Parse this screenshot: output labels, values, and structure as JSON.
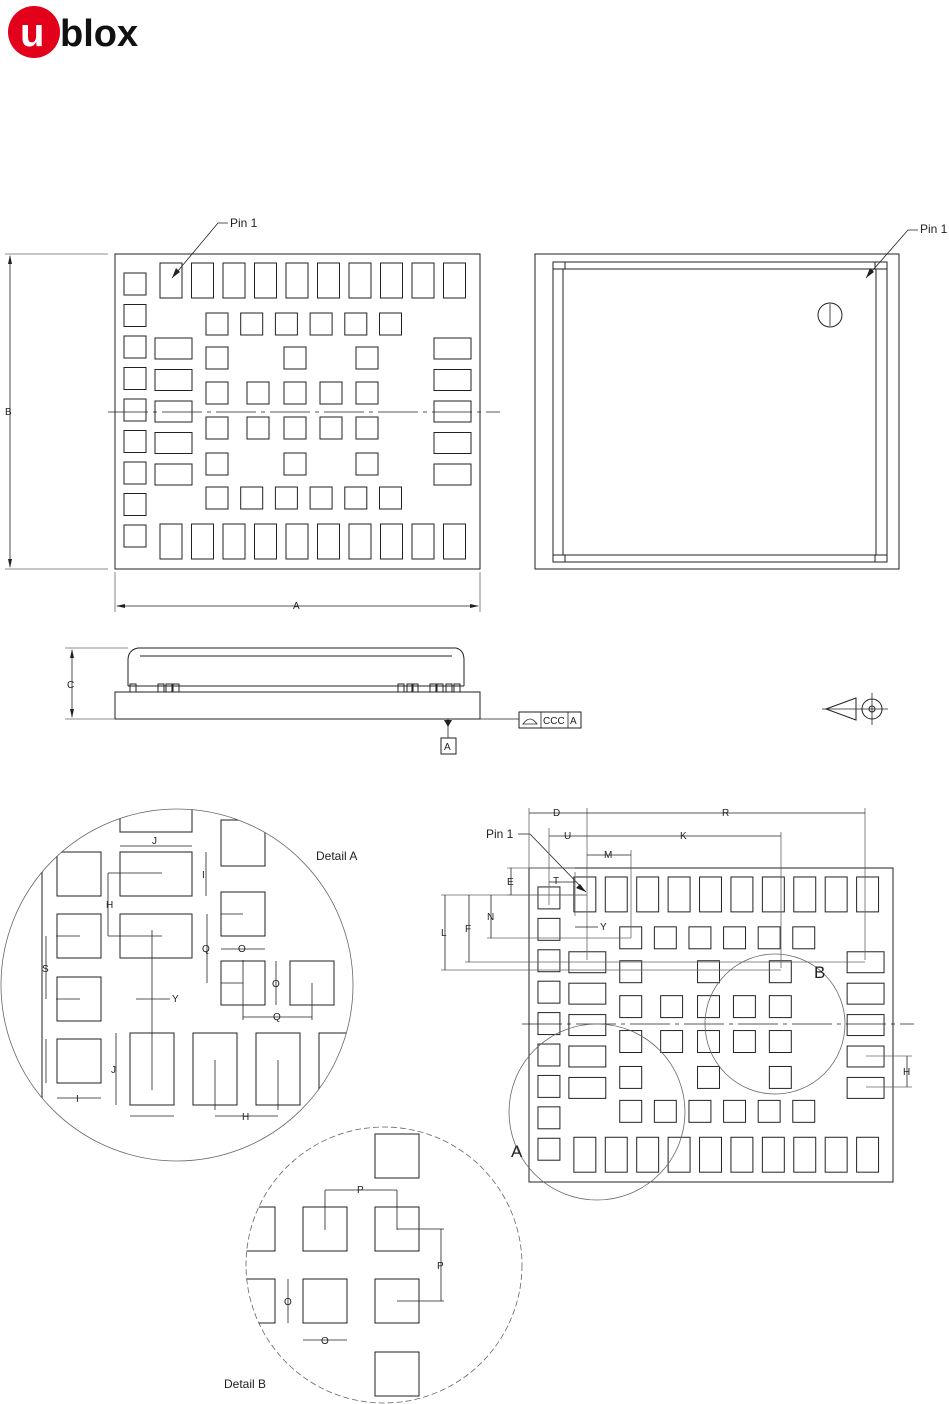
{
  "logo": {
    "text": "blox",
    "letter": "u",
    "color": "#e2001a"
  },
  "labels": {
    "pin1": "Pin 1",
    "dim_a": "A",
    "dim_b": "B",
    "dim_c": "C",
    "datum": "A",
    "tolerance_value": "CCC",
    "tolerance_datum": "A",
    "detail_a_title": "Detail A",
    "detail_b_title": "Detail B",
    "callout_a": "A",
    "callout_b": "B",
    "d": "D",
    "r": "R",
    "u": "U",
    "k": "K",
    "m": "M",
    "e": "E",
    "t": "T",
    "y": "Y",
    "n": "N",
    "f": "F",
    "l": "L",
    "h": "H",
    "j": "J",
    "s": "S",
    "i": "I",
    "q": "Q",
    "o": "O",
    "p": "P"
  }
}
